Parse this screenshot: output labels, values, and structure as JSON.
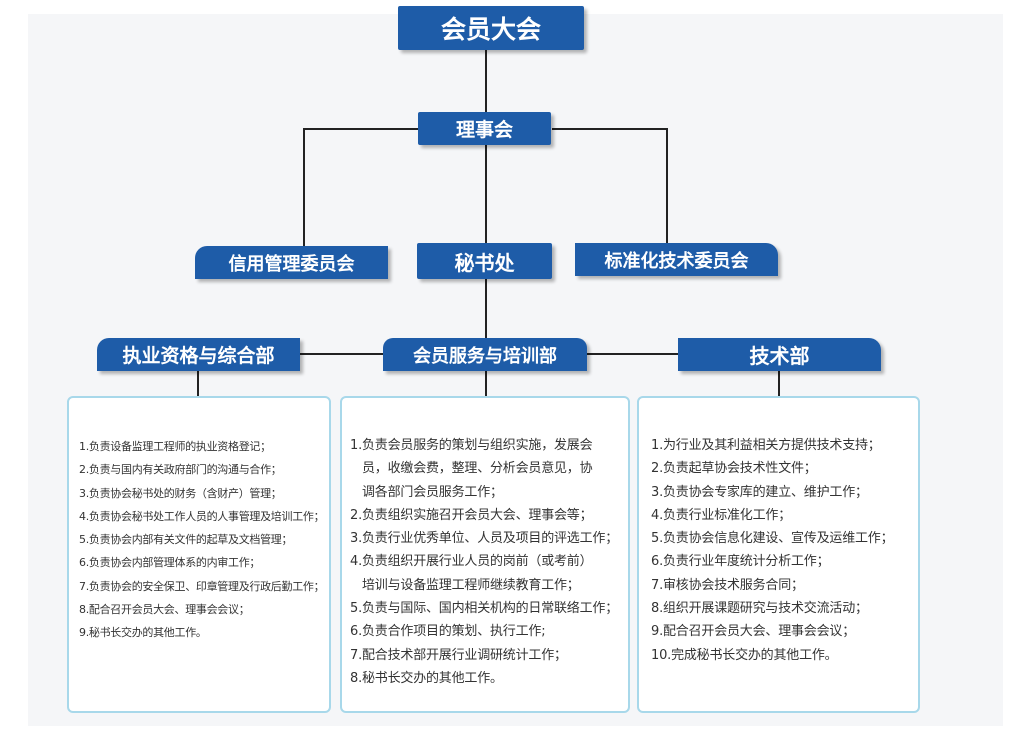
{
  "nodes": {
    "assembly": "会员大会",
    "council": "理事会",
    "credit_committee": "信用管理委员会",
    "secretariat": "秘书处",
    "standards_committee": "标准化技术委员会",
    "dept_qualification": "执业资格与综合部",
    "dept_member_service": "会员服务与培训部",
    "dept_technology": "技术部"
  },
  "panels": {
    "qualification": {
      "items": [
        "1.负责设备监理工程师的执业资格登记；",
        "2.负责与国内有关政府部门的沟通与合作；",
        "3.负责协会秘书处的财务（含财产）管理；",
        "4.负责协会秘书处工作人员的人事管理及培训工作；",
        "5.负责协会内部有关文件的起草及文档管理；",
        "6.负责协会内部管理体系的内审工作；",
        "7.负责协会的安全保卫、印章管理及行政后勤工作；",
        "8.配合召开会员大会、理事会会议；",
        "9.秘书长交办的其他工作。"
      ]
    },
    "member_service": {
      "lines": [
        "1.负责会员服务的策划与组织实施，发展会",
        "员，收缴会费，整理、分析会员意见，协",
        "调各部门会员服务工作；",
        "2.负责组织实施召开会员大会、理事会等；",
        "3.负责行业优秀单位、人员及项目的评选工作；",
        "4.负责组织开展行业人员的岗前（或考前）",
        "培训与设备监理工程师继续教育工作；",
        "5.负责与国际、国内相关机构的日常联络工作；",
        "6.负责合作项目的策划、执行工作;",
        "7.配合技术部开展行业调研统计工作；",
        "8.秘书长交办的其他工作。"
      ]
    },
    "technology": {
      "items": [
        "1.为行业及其利益相关方提供技术支持；",
        "2.负责起草协会技术性文件；",
        "3.负责协会专家库的建立、维护工作；",
        "4.负责行业标准化工作；",
        "5.负责协会信息化建设、宣传及运维工作；",
        "6.负责行业年度统计分析工作；",
        "7.审核协会技术服务合同；",
        "8.组织开展课题研究与技术交流活动；",
        "9.配合召开会员大会、理事会会议；",
        "10.完成秘书长交办的其他工作。"
      ]
    }
  }
}
